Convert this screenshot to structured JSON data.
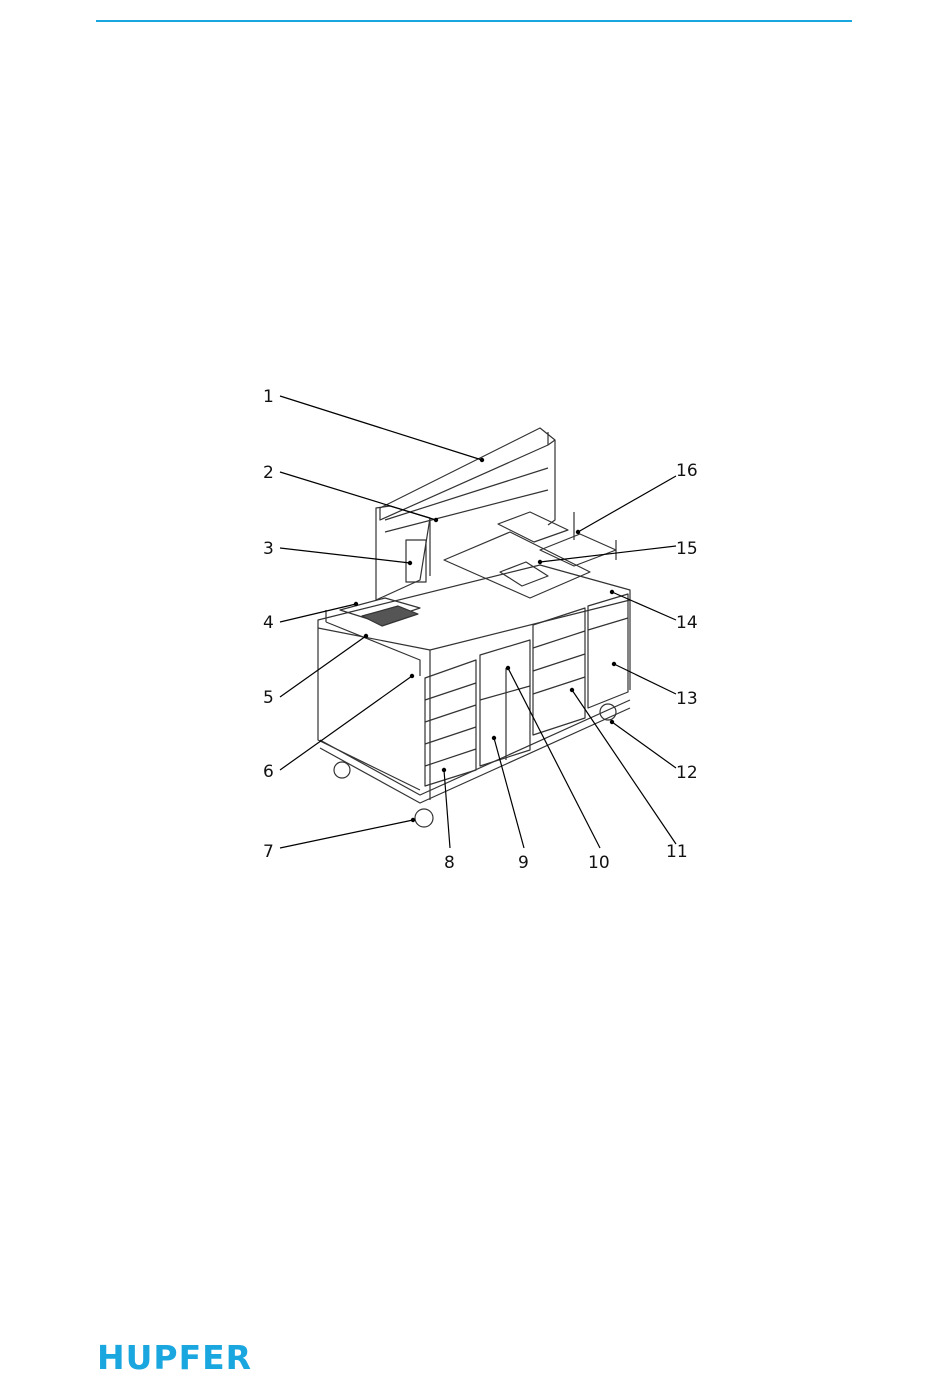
{
  "header": {
    "rule_color": "#1aa7e0"
  },
  "figure": {
    "callouts": [
      "1",
      "2",
      "3",
      "4",
      "5",
      "6",
      "7",
      "8",
      "9",
      "10",
      "11",
      "12",
      "13",
      "14",
      "15",
      "16"
    ]
  },
  "footer": {
    "brand": "HUPFER",
    "brand_color": "#1aa7e0"
  }
}
